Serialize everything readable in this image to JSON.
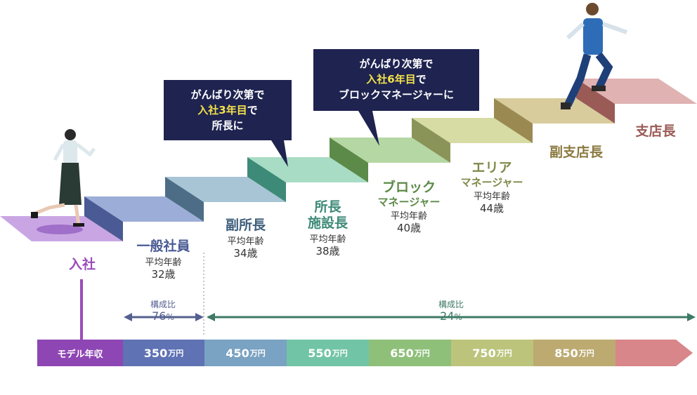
{
  "entry": {
    "label": "入社",
    "color": "#9a4db8"
  },
  "levels": [
    {
      "id": "ippan",
      "title": "一般社員",
      "sub1": "",
      "age_label": "平均年齢",
      "age": "32歳",
      "color": "#4a5a94"
    },
    {
      "id": "fukusho",
      "title": "副所長",
      "sub1": "",
      "age_label": "平均年齢",
      "age": "34歳",
      "color": "#3e5f7c"
    },
    {
      "id": "shocho",
      "title": "所長",
      "sub1": "施設長",
      "age_label": "平均年齢",
      "age": "38歳",
      "color": "#3e8a78"
    },
    {
      "id": "block",
      "title": "ブロック",
      "sub1": "マネージャー",
      "age_label": "平均年齢",
      "age": "40歳",
      "color": "#5c8a48"
    },
    {
      "id": "area",
      "title": "エリア",
      "sub1": "マネージャー",
      "age_label": "平均年齢",
      "age": "44歳",
      "color": "#7e8a48"
    },
    {
      "id": "fukushiten",
      "title": "副支店長",
      "color": "#8a7a40"
    },
    {
      "id": "shiten",
      "title": "支店長",
      "color": "#9a5a55"
    }
  ],
  "bubbles": [
    {
      "line1": "がんばり次第で",
      "highlight": "入社3年目",
      "hl_suffix": "で",
      "line3": "所長に"
    },
    {
      "line1": "がんばり次第で",
      "highlight": "入社6年目",
      "hl_suffix": "で",
      "line3": "ブロックマネージャーに"
    }
  ],
  "ratio": [
    {
      "label": "構成比",
      "value": "76",
      "unit": "%"
    },
    {
      "label": "構成比",
      "value": "24",
      "unit": "%"
    }
  ],
  "salary_bar": {
    "label": "モデル年収",
    "unit": "万円",
    "values": [
      "350",
      "450",
      "550",
      "650",
      "750",
      "850",
      ""
    ]
  }
}
